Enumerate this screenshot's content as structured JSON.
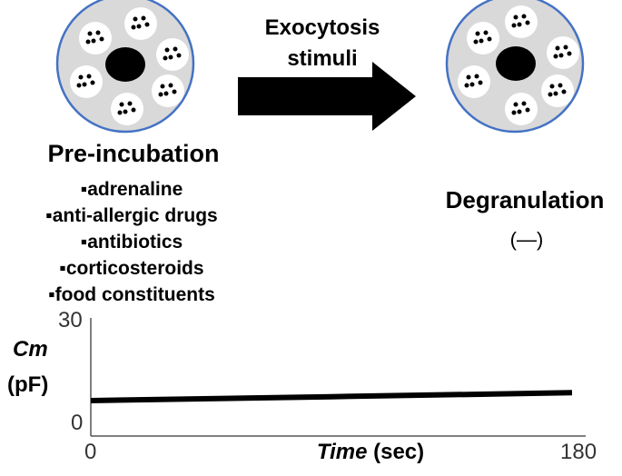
{
  "exocytosis_stimuli": "Exocytosis\nstimuli",
  "pre_incubation": {
    "title": "Pre-incubation",
    "items": [
      "adrenaline",
      "anti-allergic drugs",
      "antibiotics",
      "corticosteroids",
      "food constituents"
    ]
  },
  "degranulation": {
    "title": "Degranulation",
    "value": "(—)"
  },
  "colors": {
    "cell_fill": "#d9d9d9",
    "cell_border": "#4472c4",
    "nucleus": "#000000",
    "granule_fill": "#ffffff"
  },
  "chart_data": {
    "type": "line",
    "ylabel": "Cm",
    "yunit": "(pF)",
    "xlabel_italic": "Time",
    "xlabel_unit": "(sec)",
    "ylim": [
      0,
      30
    ],
    "xlim": [
      0,
      180
    ],
    "yticks": [
      "30",
      "0"
    ],
    "xticks": [
      "0",
      "180"
    ],
    "series": [
      {
        "x": [
          0,
          90,
          180
        ],
        "y": [
          9,
          10,
          11
        ]
      }
    ]
  }
}
